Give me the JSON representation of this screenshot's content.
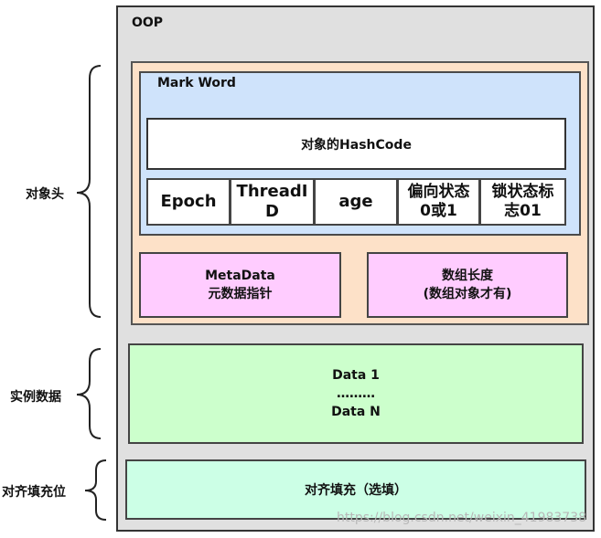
{
  "oop": {
    "title": "OOP"
  },
  "object_header": {
    "side_label": "对象头",
    "mark_word": {
      "title": "Mark Word",
      "hashcode": "对象的HashCode",
      "cells": [
        {
          "line1": "Epoch",
          "line2": ""
        },
        {
          "line1": "ThreadI",
          "line2": "D"
        },
        {
          "line1": "age",
          "line2": ""
        },
        {
          "line1": "偏向状态",
          "line2": "0或1"
        },
        {
          "line1": "锁状态标",
          "line2": "志01"
        }
      ]
    },
    "metadata": {
      "line1": "MetaData",
      "line2": "元数据指针"
    },
    "array_length": {
      "line1": "数组长度",
      "line2": "(数组对象才有)"
    }
  },
  "instance_data": {
    "side_label": "实例数据",
    "line1": "Data 1",
    "line2": "………",
    "line3": "Data N"
  },
  "padding": {
    "side_label": "对齐填充位",
    "text": "对齐填充（选填）"
  },
  "watermark": "https://blog.csdn.net/weixin_41983738"
}
